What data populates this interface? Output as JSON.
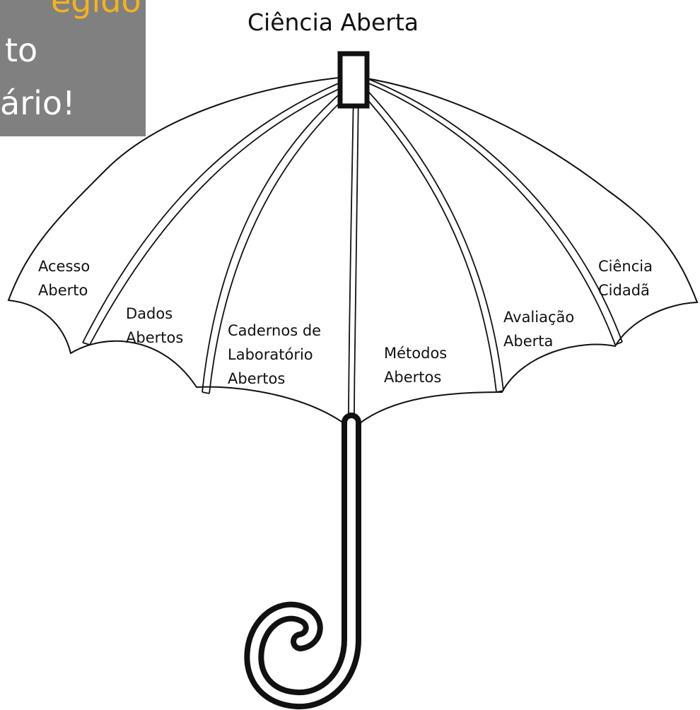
{
  "overlay": {
    "lines": [
      "egido",
      "to",
      "ário!"
    ],
    "colors": {
      "background": "#808080",
      "highlight_text": "#f5b21a",
      "text": "#ffffff"
    }
  },
  "diagram": {
    "title": "Ciência Aberta",
    "segments": [
      {
        "lines": [
          "Acesso",
          "Aberto"
        ]
      },
      {
        "lines": [
          "Dados",
          "Abertos"
        ]
      },
      {
        "lines": [
          "Cadernos de",
          "Laboratório",
          "Abertos"
        ]
      },
      {
        "lines": [
          "Métodos",
          "Abertos"
        ]
      },
      {
        "lines": [
          "Avaliação",
          "Aberta"
        ]
      },
      {
        "lines": [
          "Ciência",
          "Cidadã"
        ]
      }
    ],
    "colors": {
      "outline": "#111111",
      "fill": "#ffffff"
    }
  }
}
